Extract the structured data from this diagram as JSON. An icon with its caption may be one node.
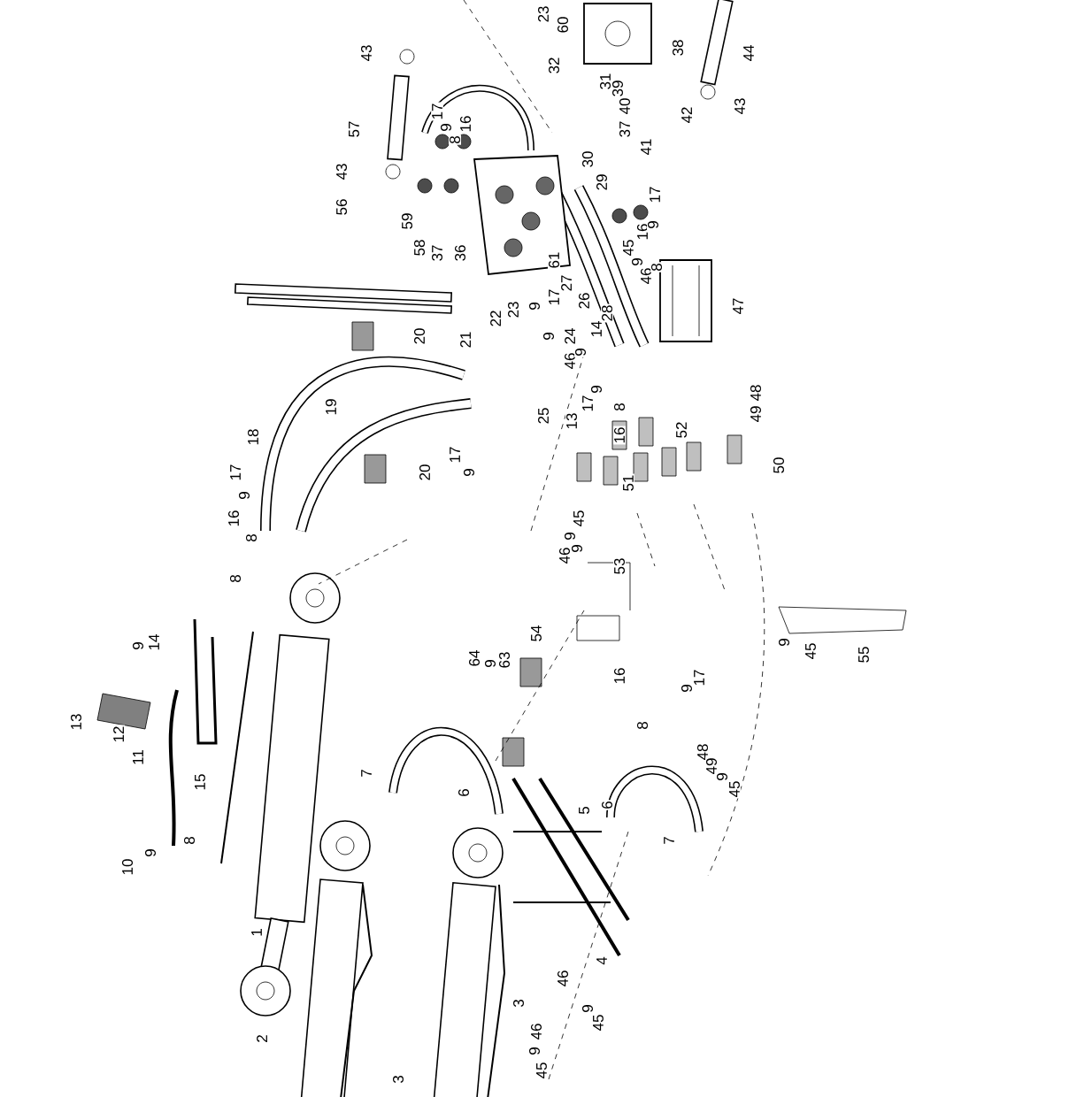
{
  "diagram": {
    "labels": [
      "43",
      "57",
      "17",
      "9",
      "8",
      "16",
      "43",
      "56",
      "59",
      "58",
      "37",
      "36",
      "23",
      "60",
      "32",
      "31",
      "39",
      "40",
      "37",
      "41",
      "38",
      "42",
      "44",
      "43",
      "30",
      "29",
      "17",
      "16",
      "9",
      "45",
      "9",
      "46",
      "8",
      "61",
      "27",
      "17",
      "26",
      "47",
      "22",
      "23",
      "9",
      "20",
      "21",
      "9",
      "24",
      "14",
      "28",
      "46",
      "9",
      "25",
      "13",
      "9",
      "17",
      "8",
      "16",
      "52",
      "48",
      "49",
      "51",
      "50",
      "19",
      "18",
      "20",
      "17",
      "9",
      "17",
      "9",
      "16",
      "8",
      "45",
      "9",
      "46",
      "9",
      "53",
      "54",
      "64",
      "9",
      "63",
      "8",
      "16",
      "8",
      "17",
      "9",
      "48",
      "49",
      "9",
      "45",
      "9",
      "45",
      "55",
      "9",
      "14",
      "13",
      "12",
      "11",
      "15",
      "10",
      "9",
      "8",
      "1",
      "2",
      "3",
      "7",
      "6",
      "6",
      "5",
      "7",
      "4",
      "46",
      "9",
      "45",
      "3",
      "46",
      "9",
      "45"
    ]
  }
}
